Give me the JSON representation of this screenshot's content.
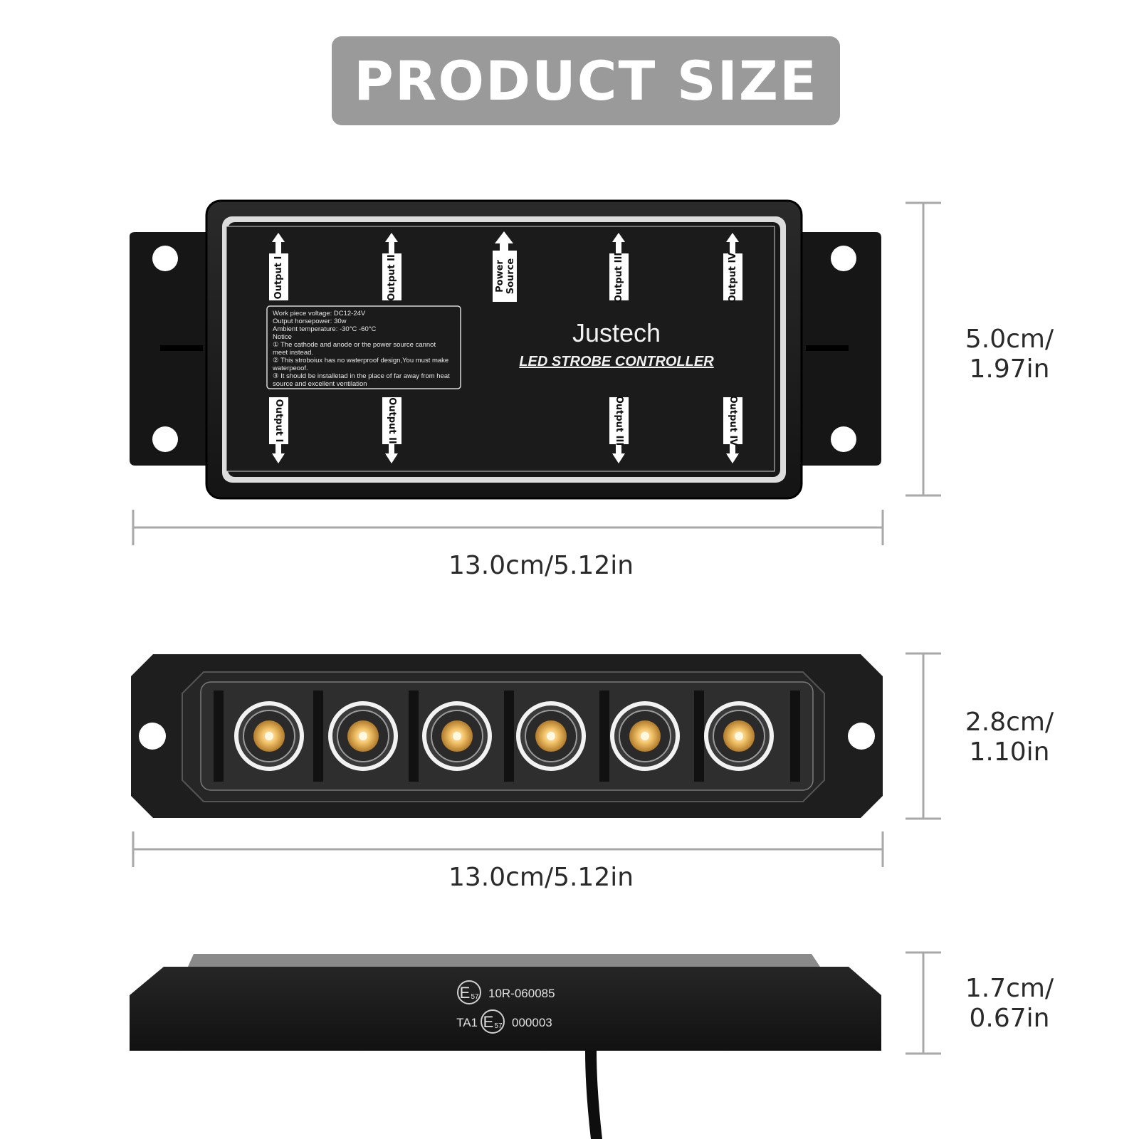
{
  "banner": {
    "title": "PRODUCT SIZE"
  },
  "controller": {
    "brand": "Justech",
    "subtitle": "LED STROBE CONTROLLER",
    "top_outputs": [
      "Output I",
      "Output II",
      "Power Source",
      "Output III",
      "Output IV"
    ],
    "power_line1": "Power",
    "power_line2": "Source",
    "bottom_outputs": [
      "Output I",
      "Output II",
      "Output III",
      "Output IV"
    ],
    "notice_lines": [
      "Work piece voltage: DC12-24V",
      "Output horsepower: 30w",
      "Ambient temperature: -30°C -60°C",
      "Notice",
      "① The cathode and anode or the power source cannot",
      "meet instead.",
      "② This stroboiux has no waterproof design,You must make",
      "waterpeoof.",
      "③ It should be installetad in the place of far away from heat",
      "source and excellent ventilation"
    ],
    "width_label": "13.0cm/5.12in",
    "height_line1": "5.0cm/",
    "height_line2": "1.97in"
  },
  "lightbar": {
    "width_label": "13.0cm/5.12in",
    "height_line1": "2.8cm/",
    "height_line2": "1.10in",
    "led_count": 6
  },
  "side": {
    "mark1_e": "E",
    "mark1_sub": "57",
    "mark1_code": "10R-060085",
    "mark2_prefix": "TA1",
    "mark2_e": "E",
    "mark2_sub": "57",
    "mark2_code": "000003",
    "height_line1": "1.7cm/",
    "height_line2": "0.67in"
  },
  "colors": {
    "banner": "#9a9a9a",
    "body": "#1c1c1c",
    "dim_line": "#a8a8a8",
    "led": "#f3c46a"
  }
}
